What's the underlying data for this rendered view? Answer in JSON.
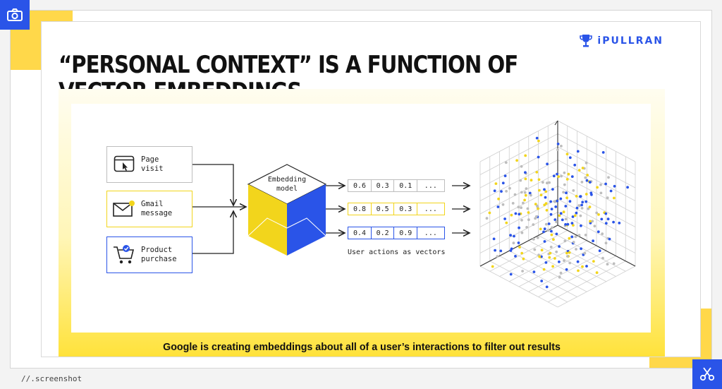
{
  "toolbar": {
    "camera_icon": "camera-icon",
    "scissors_icon": "scissors-icon"
  },
  "slide": {
    "title": "“PERSONAL CONTEXT” IS A FUNCTION OF\nVECTOR EMBEDDINGS",
    "logo_text": "iPULLRAN",
    "caption": "Google is creating embeddings about all of a user’s interactions to filter out results"
  },
  "diagram": {
    "inputs": [
      {
        "label": "Page\nvisit",
        "icon": "browser-cursor-icon",
        "border_color": "#bdbdbd"
      },
      {
        "label": "Gmail\nmessage",
        "icon": "envelope-icon",
        "border_color": "#f2d51c"
      },
      {
        "label": "Product\npurchase",
        "icon": "cart-icon",
        "border_color": "#2a54e8"
      }
    ],
    "model_label": "Embedding\nmodel",
    "vectors": [
      {
        "values": [
          "0.6",
          "0.3",
          "0.1",
          "..."
        ],
        "border_color": "#bdbdbd"
      },
      {
        "values": [
          "0.8",
          "0.5",
          "0.3",
          "..."
        ],
        "border_color": "#f2d51c"
      },
      {
        "values": [
          "0.4",
          "0.2",
          "0.9",
          "..."
        ],
        "border_color": "#2a54e8"
      }
    ],
    "vectors_label": "User actions as vectors",
    "colors": {
      "blue": "#2a54e8",
      "yellow": "#f2d51c",
      "gray": "#bdbdbd"
    }
  },
  "footer": {
    "label": "//.screenshot"
  }
}
